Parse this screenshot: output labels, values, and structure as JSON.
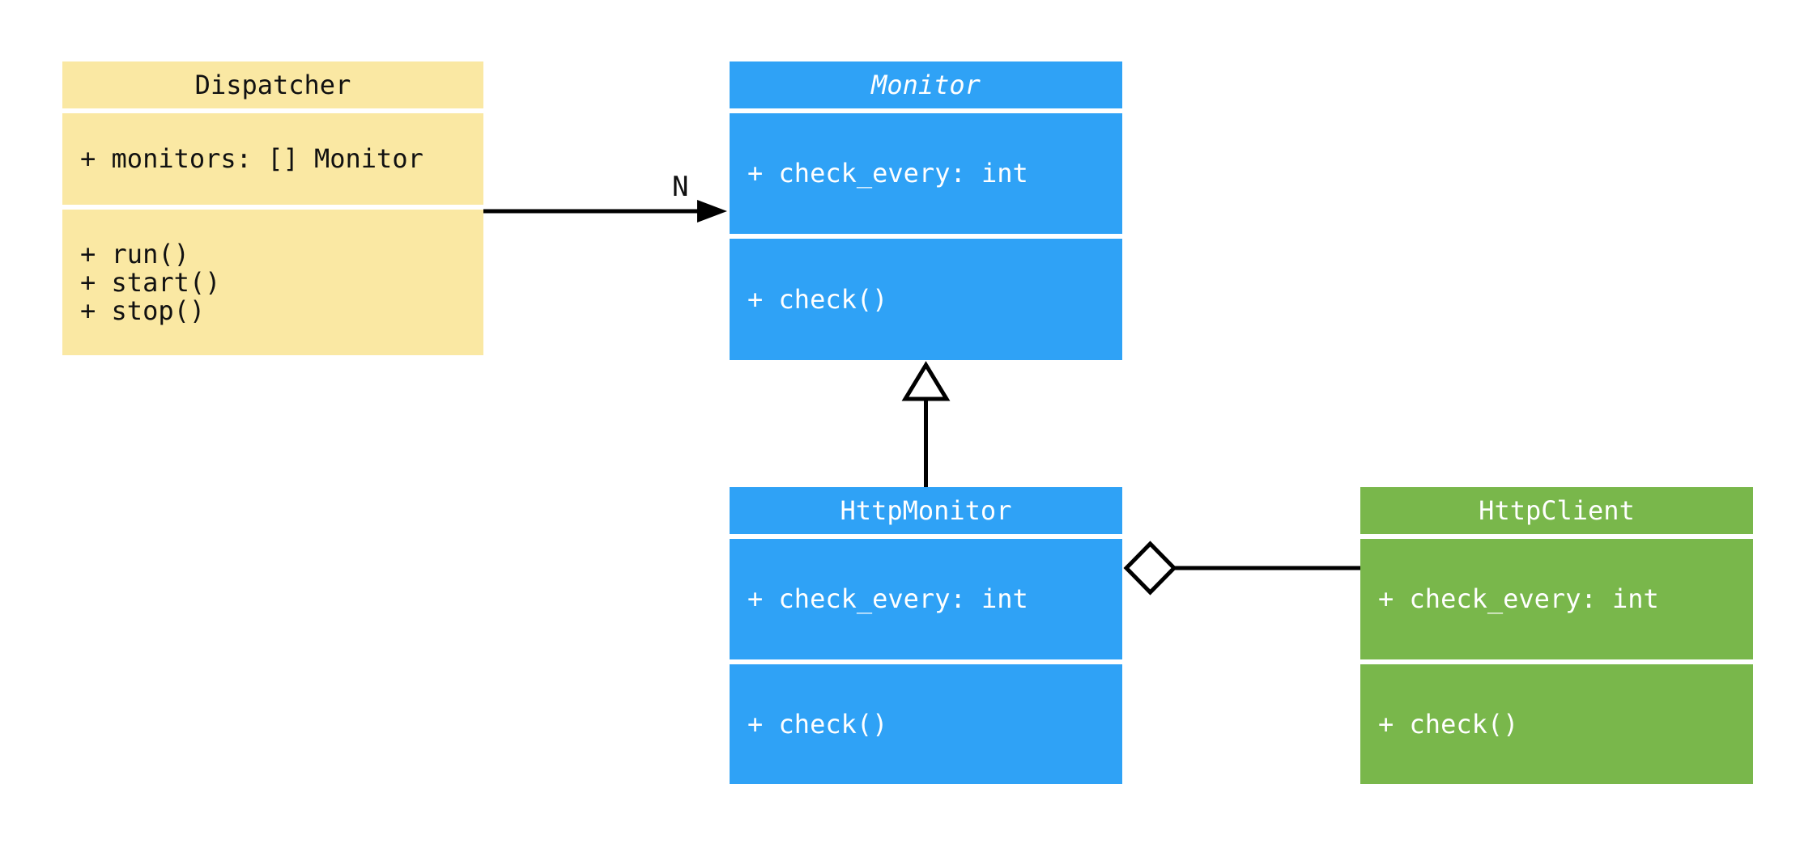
{
  "diagram": {
    "kind": "UML class diagram",
    "background": "#FFFFFF"
  },
  "colors": {
    "yellow_class_fill": "#FAE8A3",
    "blue_class_fill": "#2FA2F6",
    "green_class_fill": "#79B74B",
    "edge": "#000000",
    "light_text": "#FFFFFF",
    "dark_text": "#111111"
  },
  "classes": {
    "dispatcher": {
      "name": "Dispatcher",
      "attributes": [
        "+ monitors: [] Monitor"
      ],
      "methods": [
        "+ run()",
        "+ start()",
        "+ stop()"
      ]
    },
    "monitor": {
      "name": "Monitor",
      "abstract": true,
      "attributes": [
        "+ check_every: int"
      ],
      "methods": [
        "+ check()"
      ]
    },
    "http_monitor": {
      "name": "HttpMonitor",
      "attributes": [
        "+ check_every: int"
      ],
      "methods": [
        "+ check()"
      ]
    },
    "http_client": {
      "name": "HttpClient",
      "attributes": [
        "+ check_every: int"
      ],
      "methods": [
        "+ check()"
      ]
    }
  },
  "relations": {
    "dispatcher_to_monitor": {
      "type": "directed association",
      "from": "Dispatcher",
      "to": "Monitor",
      "label": "N",
      "marker": "filled arrowhead"
    },
    "http_monitor_to_monitor": {
      "type": "inheritance",
      "from": "HttpMonitor",
      "to": "Monitor",
      "marker": "hollow triangle"
    },
    "http_monitor_to_http_client": {
      "type": "aggregation",
      "from": "HttpMonitor",
      "to": "HttpClient",
      "marker": "hollow diamond"
    }
  }
}
